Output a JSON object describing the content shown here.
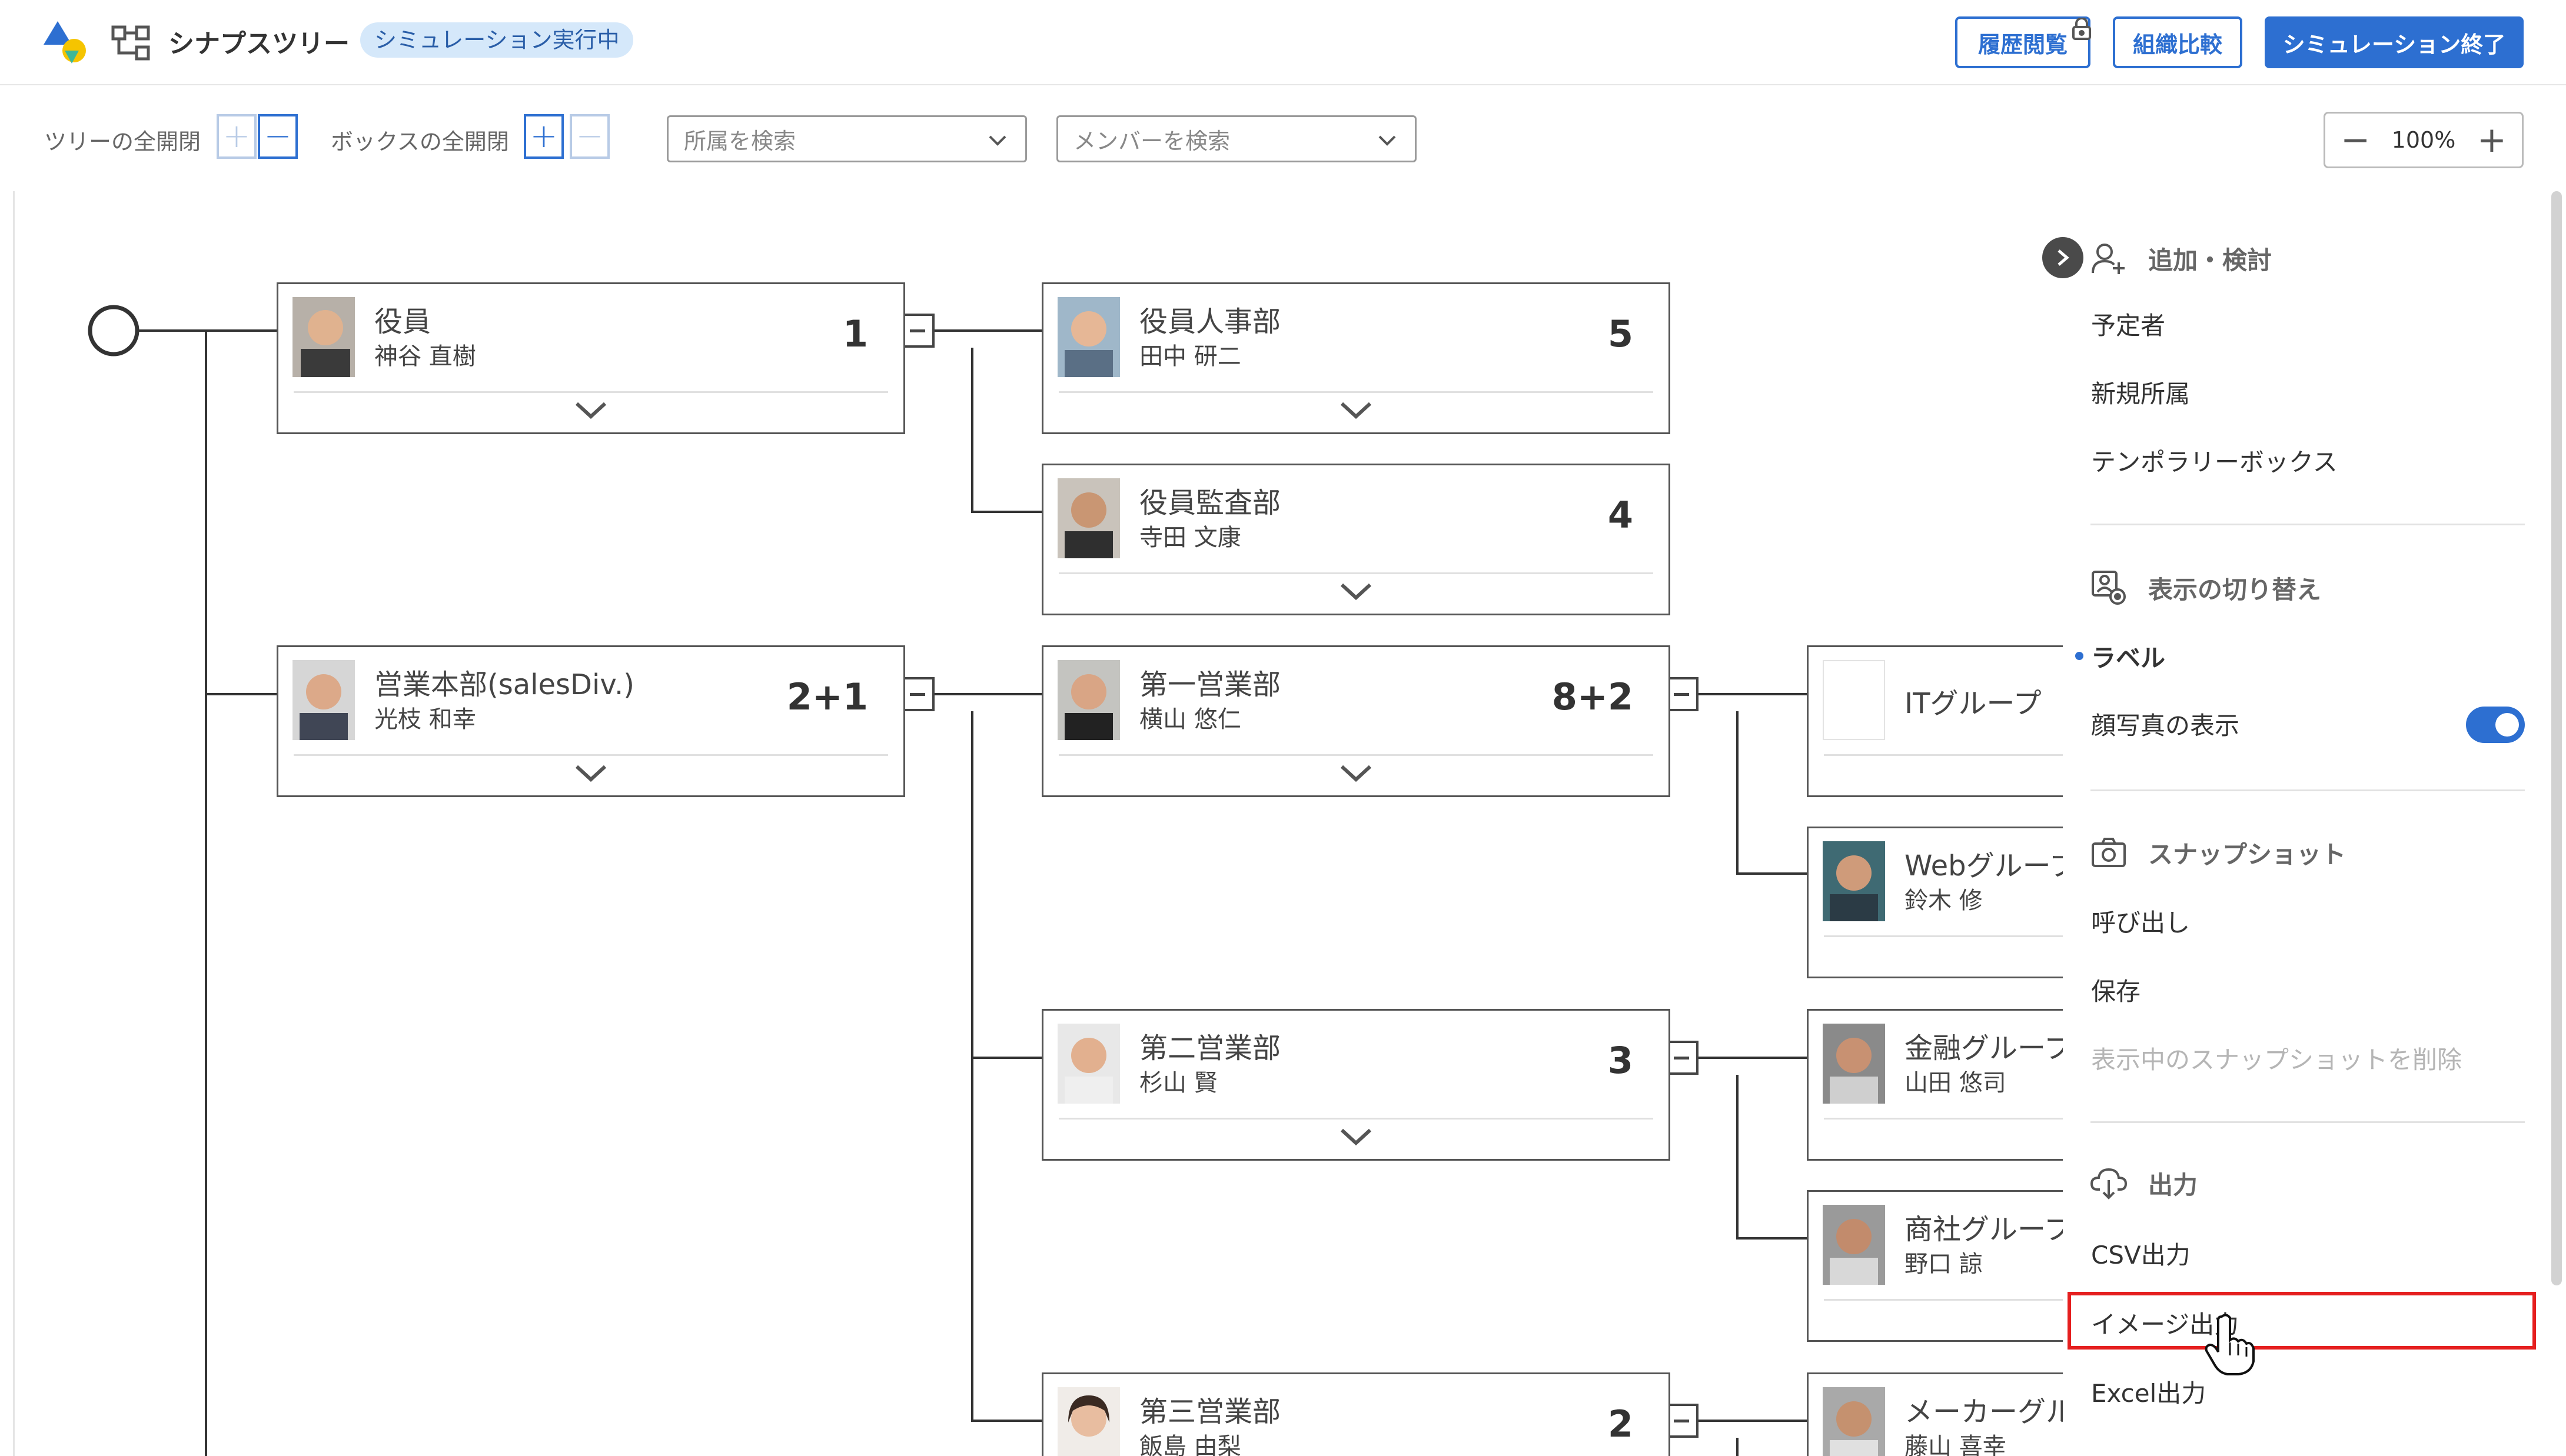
{
  "header": {
    "app_title": "シナプスツリー",
    "status_badge": "シミュレーション実行中",
    "history_button": "履歴閲覧",
    "compare_button": "組織比較",
    "end_button": "シミュレーション終了",
    "icons": [
      "logo-icon",
      "tree-icon",
      "lock-icon"
    ]
  },
  "toolbar": {
    "tree_toggle_label": "ツリーの全開閉",
    "box_toggle_label": "ボックスの全開閉",
    "dept_search_placeholder": "所属を検索",
    "member_search_placeholder": "メンバーを検索",
    "zoom_level": "100%",
    "zoom_out": "−",
    "zoom_in": "+"
  },
  "tree": {
    "nodes": [
      {
        "dept": "役員",
        "manager": "神谷 直樹",
        "count": "1"
      },
      {
        "dept": "役員人事部",
        "manager": "田中 研二",
        "count": "5"
      },
      {
        "dept": "役員監査部",
        "manager": "寺田 文康",
        "count": "4"
      },
      {
        "dept": "営業本部(salesDiv.)",
        "manager": "光枝 和幸",
        "count": "2+1"
      },
      {
        "dept": "第一営業部",
        "manager": "横山 悠仁",
        "count": "8+2"
      },
      {
        "dept": "ITグループ",
        "manager": "",
        "count": ""
      },
      {
        "dept": "Webグループ",
        "manager": "鈴木 修",
        "count": ""
      },
      {
        "dept": "第二営業部",
        "manager": "杉山 賢",
        "count": "3"
      },
      {
        "dept": "金融グループ",
        "manager": "山田 悠司",
        "count": ""
      },
      {
        "dept": "商社グループ",
        "manager": "野口 諒",
        "count": ""
      },
      {
        "dept": "第三営業部",
        "manager": "飯島 由梨",
        "count": "2"
      },
      {
        "dept": "メーカーグループ",
        "manager": "藤山 喜幸",
        "count": ""
      }
    ]
  },
  "panel": {
    "add_section": "追加・検討",
    "add_items": [
      "予定者",
      "新規所属",
      "テンポラリーボックス"
    ],
    "display_section": "表示の切り替え",
    "label_option": "ラベル",
    "photo_toggle_label": "顔写真の表示",
    "photo_toggle_on": true,
    "snapshot_section": "スナップショット",
    "snapshot_items": [
      "呼び出し",
      "保存"
    ],
    "snapshot_delete": "表示中のスナップショットを削除",
    "output_section": "出力",
    "output_items": [
      "CSV出力",
      "イメージ出力",
      "Excel出力"
    ],
    "highlighted_item": "イメージ出力"
  },
  "colors": {
    "accent": "#2d6fd1",
    "badge_bg": "#d5e8fa",
    "highlight": "#e51f1f",
    "node_border": "#555555"
  }
}
